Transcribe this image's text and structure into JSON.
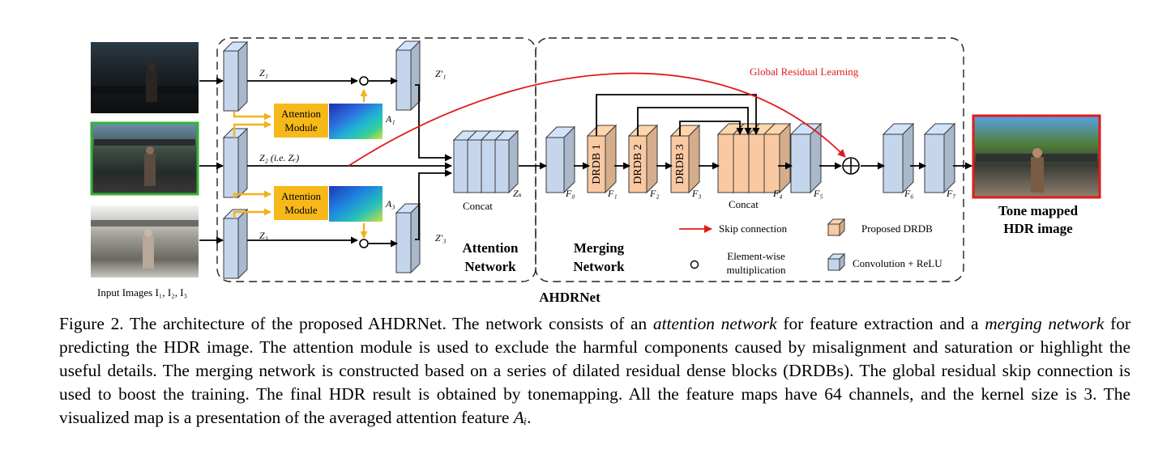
{
  "figure": {
    "input_label": "Input Images I₁, I₂, I₃",
    "feature_labels": {
      "z1": "Z₁",
      "z2": "Z₂ (i.e. Zᵣ)",
      "z3": "Z₃",
      "z1p": "Z′₁",
      "z3p": "Z′₃",
      "zs": "Zₛ",
      "a1": "A₁",
      "a3": "A₃",
      "f0": "F₀",
      "f1": "F₁",
      "f2": "F₂",
      "f3": "F₃",
      "f4": "F₄",
      "f5": "F₅",
      "f6": "F₆",
      "f7": "F₇"
    },
    "attention_module_line1": "Attention",
    "attention_module_line2": "Module",
    "concat_label": "Concat",
    "concat_label_2": "Concat",
    "drdb_labels": [
      "DRDB 1",
      "DRDB 2",
      "DRDB 3"
    ],
    "global_residual_label": "Global Residual Learning",
    "attention_network_line1": "Attention",
    "attention_network_line2": "Network",
    "merging_network_line1": "Merging",
    "merging_network_line2": "Network",
    "ahdrnet_label": "AHDRNet",
    "output_line1": "Tone mapped",
    "output_line2": "HDR image",
    "legend": {
      "skip": "Skip connection",
      "drdb": "Proposed DRDB",
      "elem1": "Element-wise",
      "elem2": "multiplication",
      "conv": "Convolution + ReLU"
    },
    "colors": {
      "conv_face": "#c5d6ec",
      "drdb_face": "#f8c9a2",
      "attention_module": "#f7b81a",
      "attention_arrow": "#f2b21c",
      "skip": "#e11b1b",
      "ref_border": "#34b233",
      "output_border": "#e11b1b"
    }
  },
  "caption": {
    "p1": "Figure 2. The architecture of the proposed AHDRNet. The network consists of an ",
    "em1": "attention network",
    "p2": " for feature extraction and a ",
    "em2": "merging network",
    "p3": " for predicting the HDR image.  The attention module is used to exclude the harmful components caused by misalignment and saturation or highlight the useful details. The merging network is constructed based on a series of dilated residual dense blocks (DRDBs). The global residual skip connection is used to boost the training. The final HDR result is obtained by tonemapping. All the feature maps have 64 channels, and the kernel size is 3. The visualized map is a presentation of the averaged attention feature ",
    "math": "Aᵢ",
    "p4": "."
  }
}
